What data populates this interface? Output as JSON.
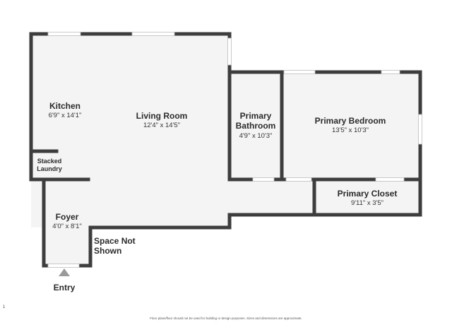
{
  "colors": {
    "wall": "#3d3d3d",
    "floor": "#f4f4f4",
    "window": "#ffffff",
    "entry_marker": "#9a9a9a"
  },
  "rooms": {
    "kitchen": {
      "name": "Kitchen",
      "dims": "6'9\" x 14'1\""
    },
    "living_room": {
      "name": "Living Room",
      "dims": "12'4\" x 14'5\""
    },
    "primary_bathroom": {
      "name_line1": "Primary",
      "name_line2": "Bathroom",
      "dims": "4'9\" x 10'3\""
    },
    "primary_bedroom": {
      "name": "Primary Bedroom",
      "dims": "13'5\" x 10'3\""
    },
    "primary_closet": {
      "name": "Primary Closet",
      "dims": "9'11\" x 3'5\""
    },
    "stacked_laundry": {
      "name_line1": "Stacked",
      "name_line2": "Laundry"
    },
    "foyer": {
      "name": "Foyer",
      "dims": "4'0\" x 8'1\""
    },
    "space_not_shown": {
      "name_line1": "Space Not",
      "name_line2": "Shown"
    }
  },
  "entry": {
    "label": "Entry",
    "icon": "entry-arrow-icon"
  },
  "footnote": "Floor plans/floor should not be used for building or design purposes. Sizes and dimensions are approximate.",
  "page_number": "1"
}
